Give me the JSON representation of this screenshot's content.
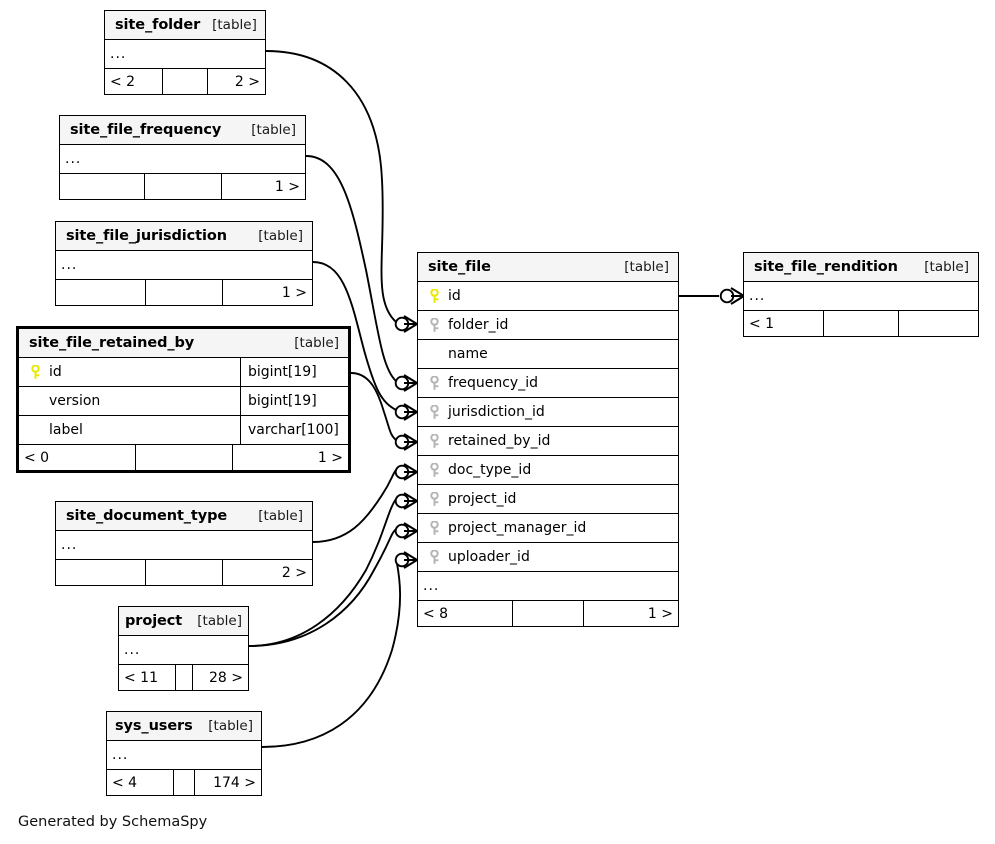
{
  "diagram": {
    "generator_note": "Generated by SchemaSpy",
    "table_tag": "[table]",
    "ellipsis": "...",
    "colors": {
      "primary_key_icon": "#e8e800",
      "foreign_key_icon": "#b5b5b5",
      "title_background": "#f5f5f5",
      "border": "#000000",
      "background": "#ffffff"
    }
  },
  "tables": [
    {
      "id": "site_folder",
      "name": "site_folder",
      "tag": "[table]",
      "focus": false,
      "columns": [],
      "has_ellipsis": true,
      "footer": {
        "left": "< 2",
        "middle": "",
        "right": "2 >"
      }
    },
    {
      "id": "site_file_frequency",
      "name": "site_file_frequency",
      "tag": "[table]",
      "focus": false,
      "columns": [],
      "has_ellipsis": true,
      "footer": {
        "left": "",
        "middle": "",
        "right": "1 >"
      }
    },
    {
      "id": "site_file_jurisdiction",
      "name": "site_file_jurisdiction",
      "tag": "[table]",
      "focus": false,
      "columns": [],
      "has_ellipsis": true,
      "footer": {
        "left": "",
        "middle": "",
        "right": "1 >"
      }
    },
    {
      "id": "site_file_retained_by",
      "name": "site_file_retained_by",
      "tag": "[table]",
      "focus": true,
      "columns": [
        {
          "name": "id",
          "type": "bigint[19]",
          "key": "primary"
        },
        {
          "name": "version",
          "type": "bigint[19]",
          "key": "none"
        },
        {
          "name": "label",
          "type": "varchar[100]",
          "key": "none"
        }
      ],
      "has_ellipsis": false,
      "footer": {
        "left": "< 0",
        "middle": "",
        "right": "1 >"
      }
    },
    {
      "id": "site_document_type",
      "name": "site_document_type",
      "tag": "[table]",
      "focus": false,
      "columns": [],
      "has_ellipsis": true,
      "footer": {
        "left": "",
        "middle": "",
        "right": "2 >"
      }
    },
    {
      "id": "project",
      "name": "project",
      "tag": "[table]",
      "focus": false,
      "columns": [],
      "has_ellipsis": true,
      "footer": {
        "left": "< 11",
        "middle": "",
        "right": "28 >"
      }
    },
    {
      "id": "sys_users",
      "name": "sys_users",
      "tag": "[table]",
      "focus": false,
      "columns": [],
      "has_ellipsis": true,
      "footer": {
        "left": "< 4",
        "middle": "",
        "right": "174 >"
      }
    },
    {
      "id": "site_file",
      "name": "site_file",
      "tag": "[table]",
      "focus": false,
      "columns": [
        {
          "name": "id",
          "type": "",
          "key": "primary"
        },
        {
          "name": "folder_id",
          "type": "",
          "key": "foreign"
        },
        {
          "name": "name",
          "type": "",
          "key": "none"
        },
        {
          "name": "frequency_id",
          "type": "",
          "key": "foreign"
        },
        {
          "name": "jurisdiction_id",
          "type": "",
          "key": "foreign"
        },
        {
          "name": "retained_by_id",
          "type": "",
          "key": "foreign"
        },
        {
          "name": "doc_type_id",
          "type": "",
          "key": "foreign"
        },
        {
          "name": "project_id",
          "type": "",
          "key": "foreign"
        },
        {
          "name": "project_manager_id",
          "type": "",
          "key": "foreign"
        },
        {
          "name": "uploader_id",
          "type": "",
          "key": "foreign"
        }
      ],
      "has_ellipsis": true,
      "footer": {
        "left": "< 8",
        "middle": "",
        "right": "1 >"
      }
    },
    {
      "id": "site_file_rendition",
      "name": "site_file_rendition",
      "tag": "[table]",
      "focus": false,
      "columns": [],
      "has_ellipsis": true,
      "footer": {
        "left": "< 1",
        "middle": "",
        "right": ""
      }
    }
  ],
  "relationships": [
    {
      "from": "site_folder",
      "to": "site_file.folder_id"
    },
    {
      "from": "site_file_frequency",
      "to": "site_file.frequency_id"
    },
    {
      "from": "site_file_jurisdiction",
      "to": "site_file.jurisdiction_id"
    },
    {
      "from": "site_file_retained_by",
      "to": "site_file.retained_by_id"
    },
    {
      "from": "site_document_type",
      "to": "site_file.doc_type_id"
    },
    {
      "from": "project",
      "to": "site_file.project_id"
    },
    {
      "from": "project",
      "to": "site_file.project_manager_id"
    },
    {
      "from": "sys_users",
      "to": "site_file.uploader_id"
    },
    {
      "from": "site_file.id",
      "to": "site_file_rendition"
    }
  ]
}
